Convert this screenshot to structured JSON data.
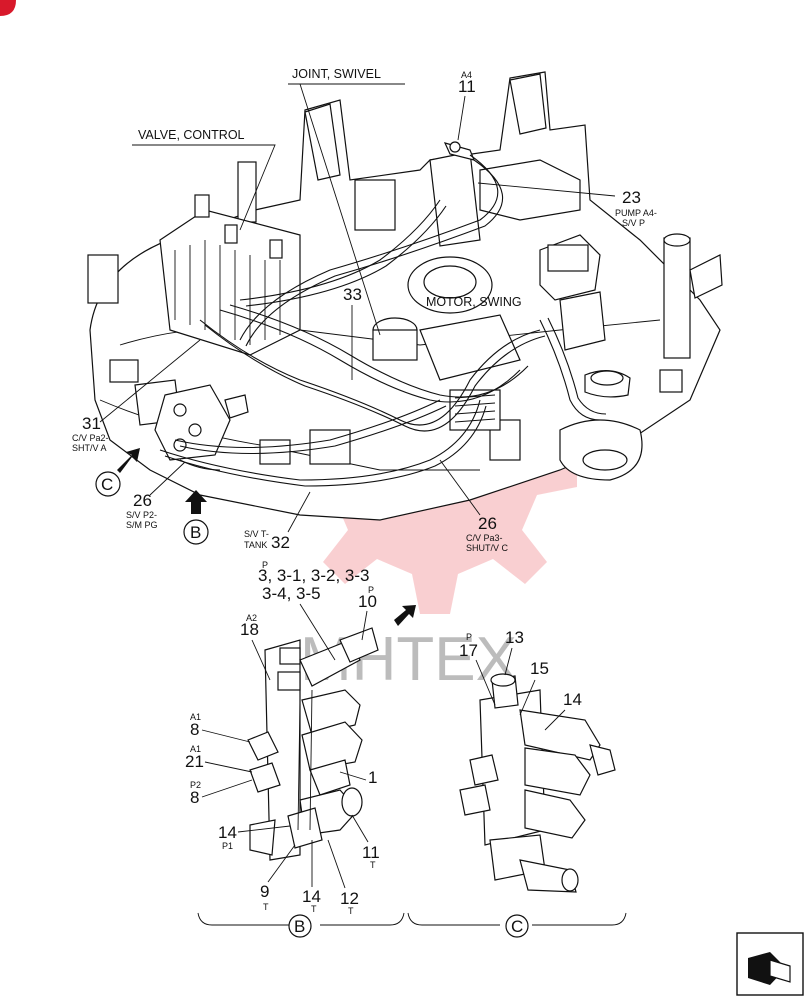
{
  "labels": {
    "joint_swivel": "JOINT, SWIVEL",
    "valve_control": "VALVE, CONTROL",
    "motor_swing": "MOTOR, SWING",
    "p11_sup": "A4",
    "p11": "11",
    "p23": "23",
    "p23_sub1": "PUMP A4-",
    "p23_sub2": "S/V P",
    "p33": "33",
    "p31": "31",
    "p31_sub1": "C/V Pa2-",
    "p31_sub2": "SHT/V A",
    "p26a": "26",
    "p26a_sub1": "S/V P2-",
    "p26a_sub2": "S/M PG",
    "p26b": "26",
    "p26b_sub1": "C/V Pa3-",
    "p26b_sub2": "SHUT/V C",
    "p32": "32",
    "p32_sub1": "S/V T-",
    "p32_sub2": "TANK",
    "p3_sup": "P",
    "p3_line1": "3, 3-1, 3-2, 3-3",
    "p3_line2": "3-4, 3-5",
    "p10_sup": "P",
    "p10": "10",
    "p18_sup": "A2",
    "p18": "18",
    "p8a_sup": "A1",
    "p8a": "8",
    "p21_sup": "A1",
    "p21": "21",
    "p8b_sup": "P2",
    "p8b": "8",
    "p14a": "14",
    "p14a_sub": "P1",
    "p1": "1",
    "p11b": "11",
    "p11b_sub": "T",
    "p9": "9",
    "p9_sub": "T",
    "p14b": "14",
    "p14b_sub": "T",
    "p12": "12",
    "p12_sub": "T",
    "p17_sup": "P",
    "p17": "17",
    "p13": "13",
    "p15": "15",
    "p14c": "14",
    "view_b": "B",
    "view_c": "C",
    "callout_c": "C",
    "callout_b": "B",
    "watermark": "MHTEX"
  },
  "colors": {
    "line": "#111111",
    "watermark": "#e3262e",
    "corner_mark": "#d8192b"
  }
}
